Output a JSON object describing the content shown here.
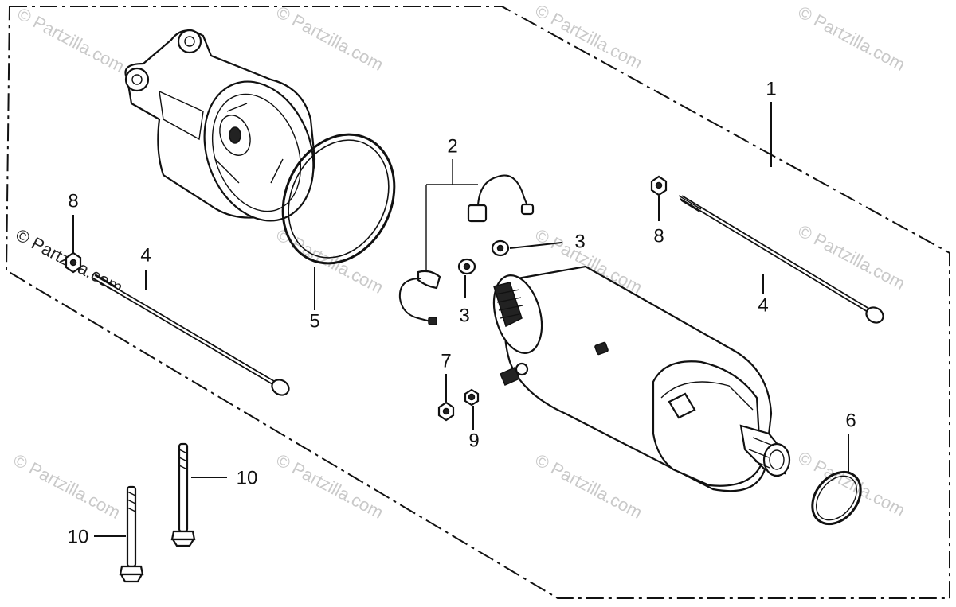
{
  "watermark": {
    "text": "© Partzilla.com"
  },
  "callouts": [
    {
      "id": "c1",
      "label": "1"
    },
    {
      "id": "c2",
      "label": "2"
    },
    {
      "id": "c3a",
      "label": "3"
    },
    {
      "id": "c3b",
      "label": "3"
    },
    {
      "id": "c4a",
      "label": "4"
    },
    {
      "id": "c4b",
      "label": "4"
    },
    {
      "id": "c5",
      "label": "5"
    },
    {
      "id": "c6",
      "label": "6"
    },
    {
      "id": "c7",
      "label": "7"
    },
    {
      "id": "c8a",
      "label": "8"
    },
    {
      "id": "c8b",
      "label": "8"
    },
    {
      "id": "c9",
      "label": "9"
    },
    {
      "id": "c10a",
      "label": "10"
    },
    {
      "id": "c10b",
      "label": "10"
    }
  ]
}
